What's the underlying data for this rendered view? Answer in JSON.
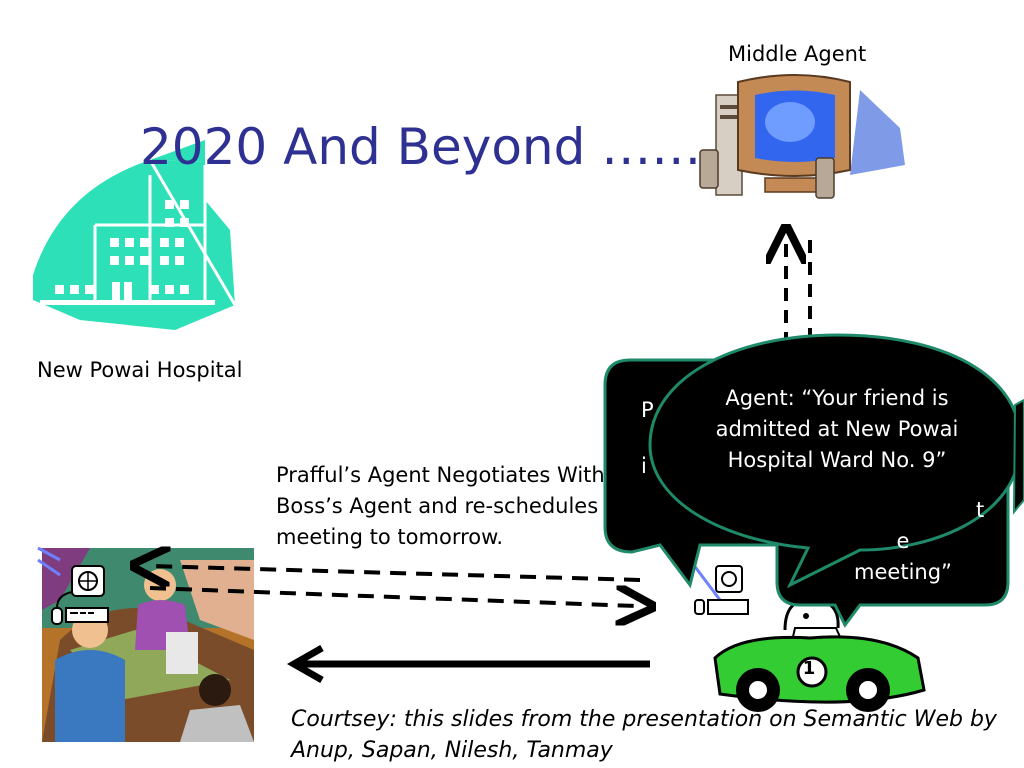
{
  "slide": {
    "title": "2020 And Beyond ……",
    "middle_agent_label": "Middle Agent",
    "hospital_label": "New Powai Hospital",
    "negotiation_text": "Prafful’s Agent Negotiates With Boss’s Agent and re-schedules meeting to tomorrow.",
    "courtesy_text": "Courtsey: this slides from the presentation on Semantic Web by Anup, Sapan, Nilesh, Tanmay"
  },
  "bubbles": {
    "hospital_message": "Agent: “Your friend is admitted at New Powai Hospital Ward No. 9”",
    "back_bubble_fragment_1": "P",
    "back_bubble_fragment_2": "i",
    "middle_bubble_fragment": "t",
    "middle_bubble_line_2": "e",
    "middle_bubble_line_3": "meeting”"
  },
  "car": {
    "number": "1"
  },
  "colors": {
    "title": "#2e3192",
    "hospital": "#2ee0b8",
    "bubble_fill": "#000000",
    "bubble_border": "#1e8a6a",
    "car_body": "#33cc33"
  },
  "icons": [
    "hospital-icon",
    "computer-icon",
    "meeting-clipart-icon",
    "car-icon",
    "terminal-icon"
  ]
}
